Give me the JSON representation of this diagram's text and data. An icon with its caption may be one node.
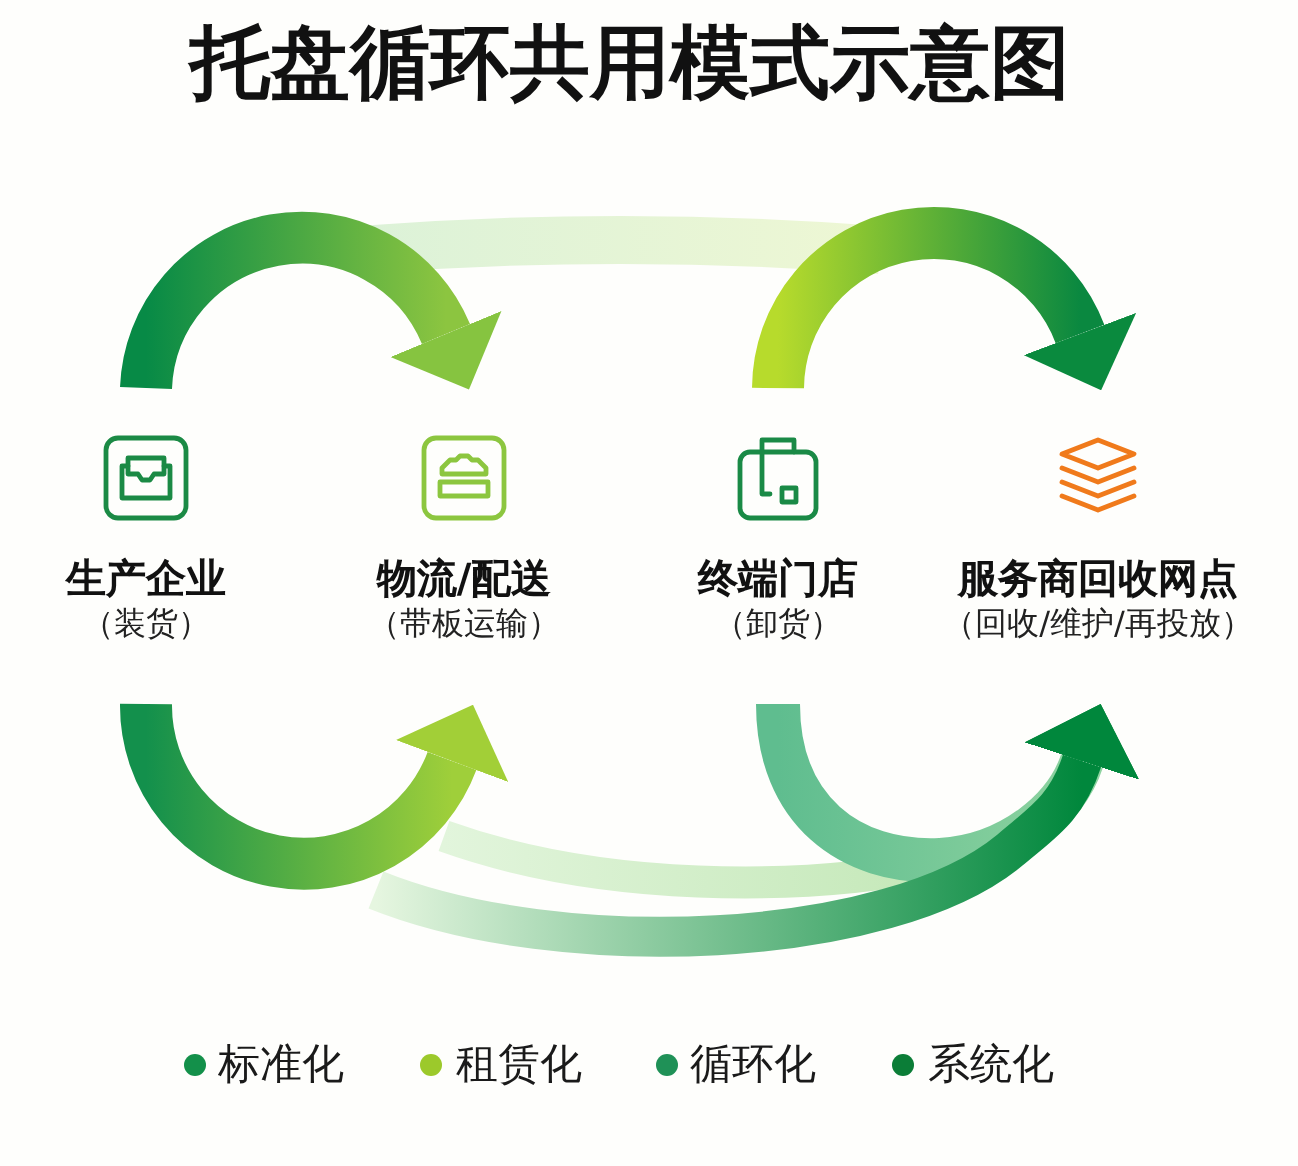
{
  "diagram": {
    "title": "托盘循环共用模式示意图",
    "nodes": [
      {
        "text": [
          "生产企业",
          "（装货）"
        ]
      },
      {
        "text": [
          "物流/配送",
          "（带板运输）"
        ]
      },
      {
        "text": [
          "终端门店",
          "（卸货）"
        ]
      },
      {
        "text": [
          "服务商回收网点",
          "（回收/维护/再投放）"
        ]
      }
    ],
    "edges": [
      {
        "from": 0,
        "to": 1,
        "arrow": "to"
      },
      {
        "from": 2,
        "to": 3,
        "arrow": "to"
      },
      {
        "from": 0,
        "to": 1,
        "arrow": "to"
      },
      {
        "from": 2,
        "to": 3,
        "arrow": "to"
      },
      {
        "from": null,
        "to": 3,
        "arrow": "to"
      }
    ],
    "legend": [
      {
        "text": "标准化",
        "color": "#13904a"
      },
      {
        "text": "租赁化",
        "color": "#9cc92b"
      },
      {
        "text": "循环化",
        "color": "#1f9157"
      },
      {
        "text": "系统化",
        "color": "#0b7d37"
      }
    ]
  }
}
